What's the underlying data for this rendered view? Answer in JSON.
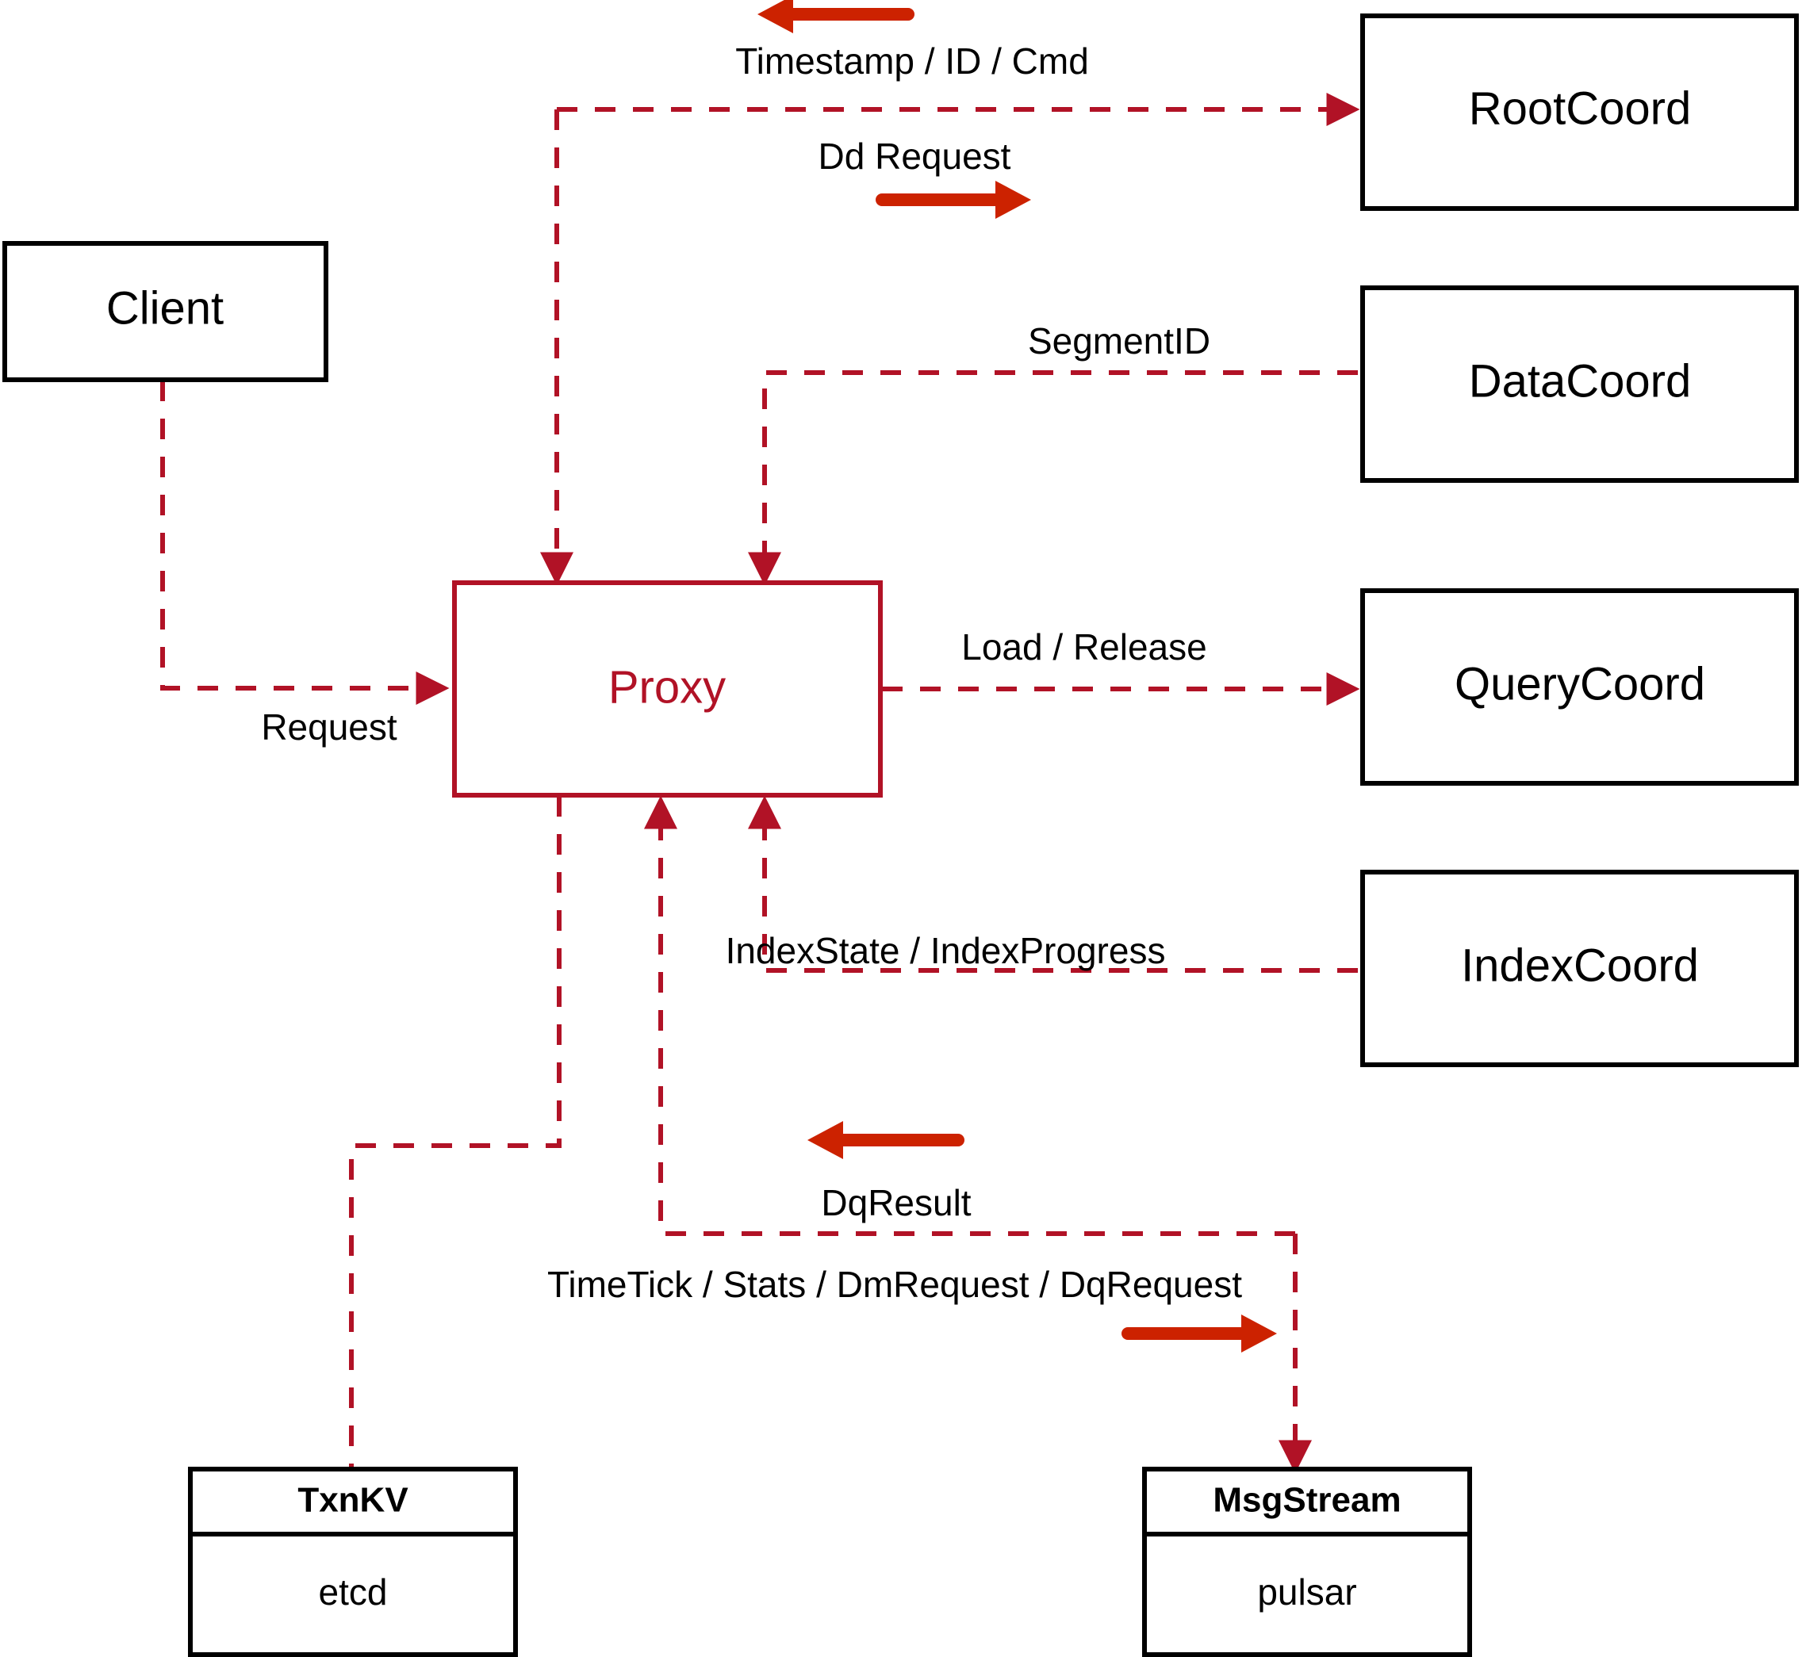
{
  "diagram": {
    "title": "Proxy Architecture Dataflow",
    "colors": {
      "flow_line": "#b11226",
      "direction_arrow": "#cc2200",
      "node_border": "#000000",
      "accent_node": "#b11226",
      "background": "#ffffff"
    },
    "nodes": [
      {
        "id": "client",
        "label": "Client",
        "style": "plain"
      },
      {
        "id": "proxy",
        "label": "Proxy",
        "style": "accent"
      },
      {
        "id": "rootcoord",
        "label": "RootCoord",
        "style": "plain"
      },
      {
        "id": "datacoord",
        "label": "DataCoord",
        "style": "plain"
      },
      {
        "id": "querycoord",
        "label": "QueryCoord",
        "style": "plain"
      },
      {
        "id": "indexcoord",
        "label": "IndexCoord",
        "style": "plain"
      }
    ],
    "component_nodes": [
      {
        "id": "txnkv",
        "header": "TxnKV",
        "body": "etcd"
      },
      {
        "id": "msgstream",
        "header": "MsgStream",
        "body": "pulsar"
      }
    ],
    "edges": [
      {
        "id": "client-to-proxy",
        "label": "Request",
        "from": "client",
        "to": "proxy"
      },
      {
        "id": "proxy-to-rootcoord",
        "label": "Dd Request",
        "from": "proxy",
        "to": "rootcoord"
      },
      {
        "id": "rootcoord-to-proxy",
        "label": "Timestamp / ID / Cmd",
        "from": "rootcoord",
        "to": "proxy"
      },
      {
        "id": "datacoord-to-proxy",
        "label": "SegmentID",
        "from": "datacoord",
        "to": "proxy"
      },
      {
        "id": "proxy-to-querycoord",
        "label": "Load / Release",
        "from": "proxy",
        "to": "querycoord"
      },
      {
        "id": "indexcoord-to-proxy",
        "label": "IndexState / IndexProgress",
        "from": "indexcoord",
        "to": "proxy"
      },
      {
        "id": "msgstream-to-proxy",
        "label": "DqResult",
        "from": "msgstream",
        "to": "proxy"
      },
      {
        "id": "proxy-to-msgstream",
        "label": "TimeTick / Stats / DmRequest / DqRequest",
        "from": "proxy",
        "to": "msgstream"
      },
      {
        "id": "proxy-to-txnkv",
        "label": "",
        "from": "proxy",
        "to": "txnkv"
      }
    ]
  }
}
